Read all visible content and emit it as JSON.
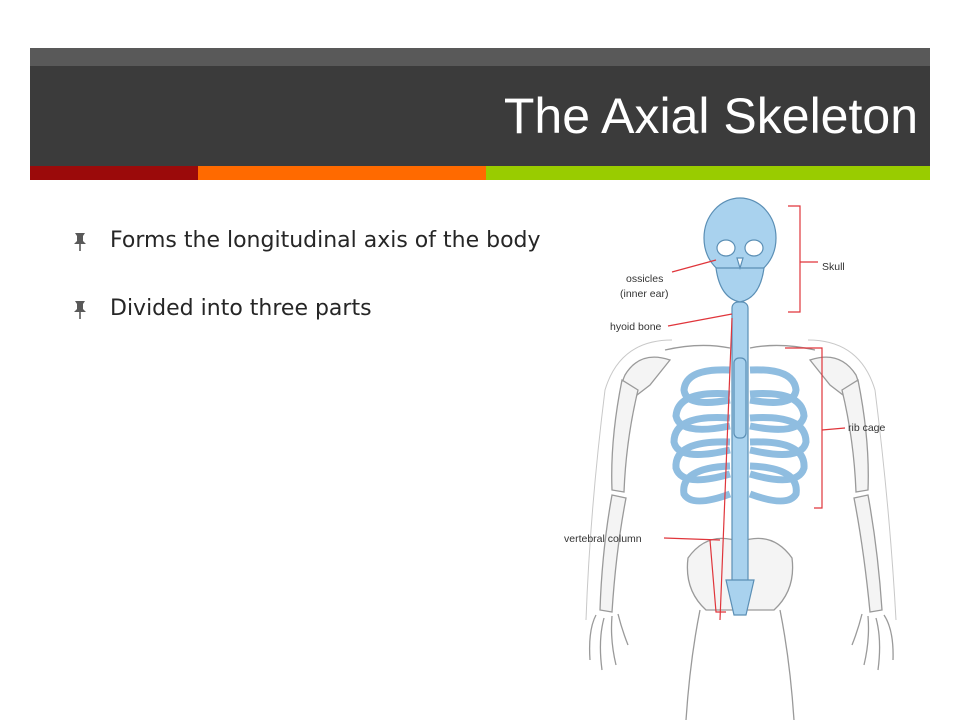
{
  "slide": {
    "title": "The Axial Skeleton",
    "accent_colors": [
      "#9b0a0a",
      "#ff6a00",
      "#99cc00"
    ],
    "bullet_icon": "pushpin-icon",
    "bullets": [
      {
        "text": "Forms the longitudinal axis of the body"
      },
      {
        "text": "Divided into three parts"
      }
    ]
  },
  "figure": {
    "bone_highlight_color": "#a9d2ee",
    "leader_line_color": "#e0353b",
    "labels": {
      "ossicles": "ossicles",
      "inner_ear": "(inner ear)",
      "skull": "Skull",
      "hyoid_bone": "hyoid bone",
      "rib_cage": "rib cage",
      "vertebral_column": "vertebral column"
    }
  }
}
